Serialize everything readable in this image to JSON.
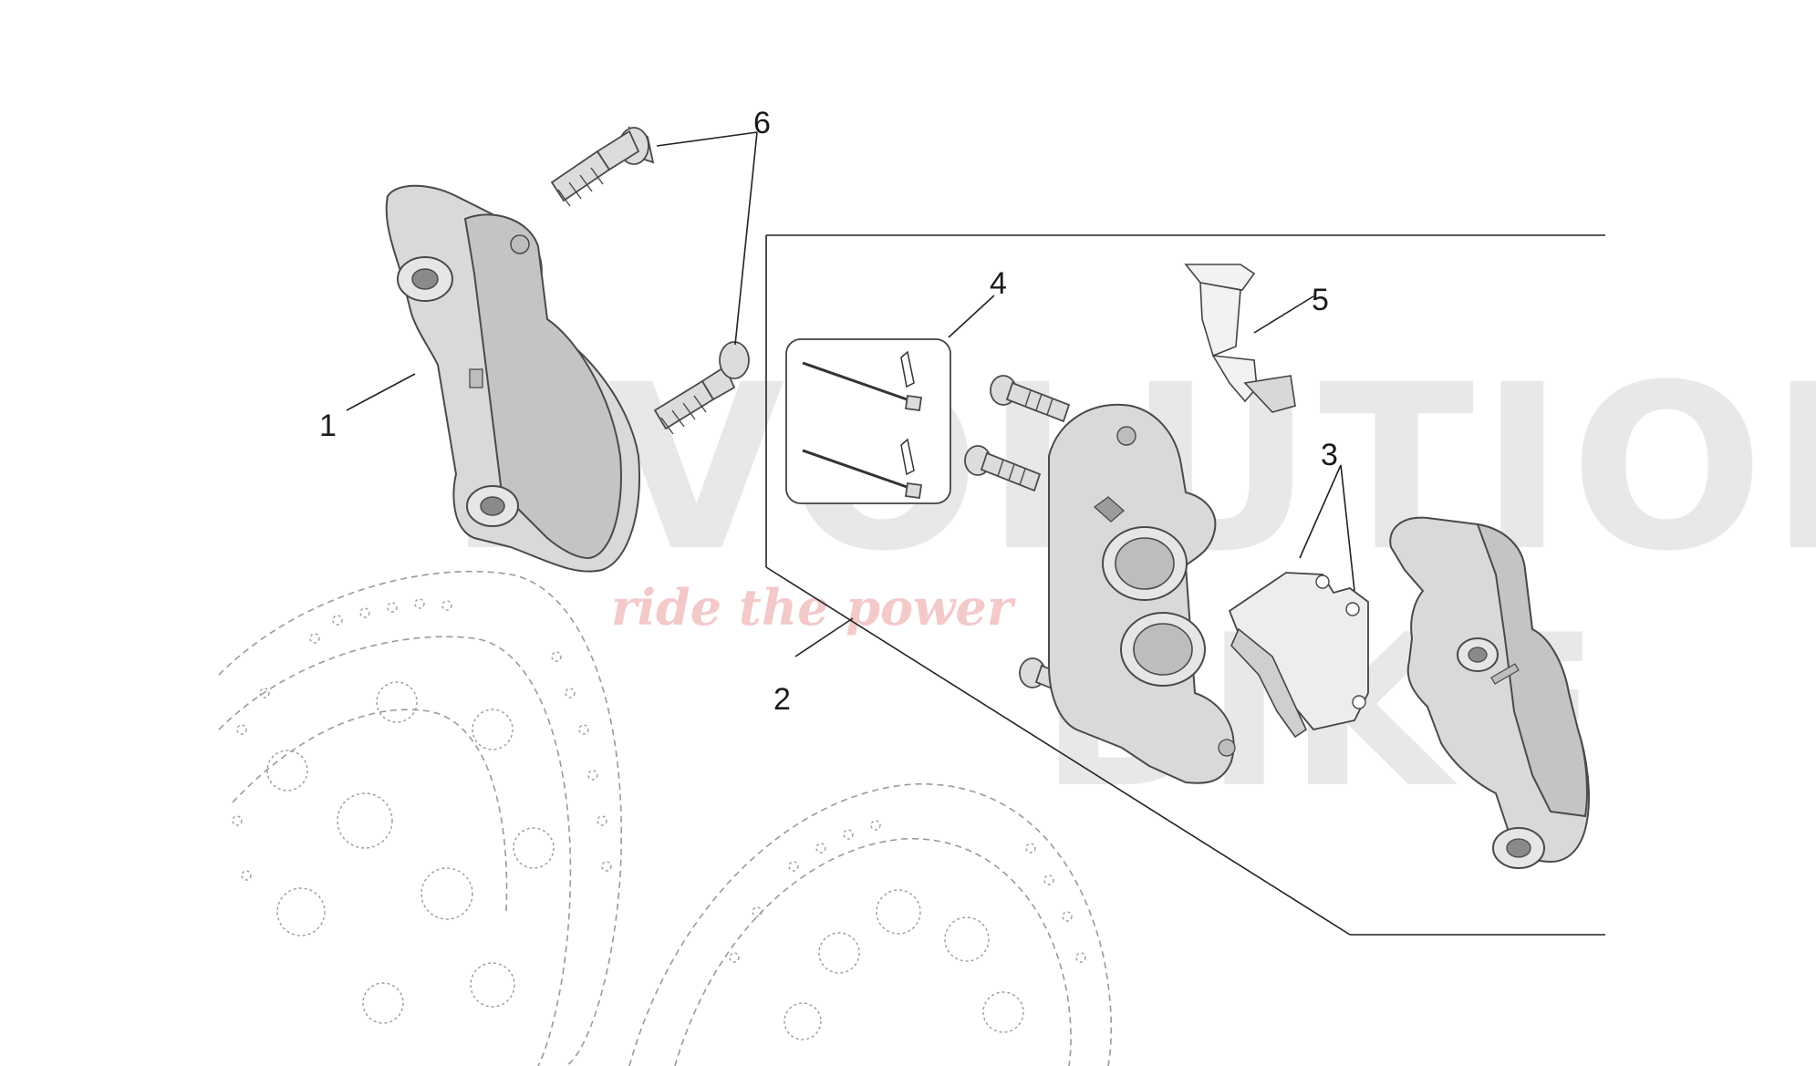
{
  "callouts": [
    {
      "id": "1",
      "label": "1"
    },
    {
      "id": "2",
      "label": "2"
    },
    {
      "id": "3",
      "label": "3"
    },
    {
      "id": "4",
      "label": "4"
    },
    {
      "id": "5",
      "label": "5"
    },
    {
      "id": "6",
      "label": "6"
    }
  ],
  "watermark": {
    "brand_line1": "EVOLUTION",
    "brand_line2": "BIKE",
    "tagline": "ride the power"
  },
  "colors": {
    "part_fill": "#d9d9d9",
    "line": "#222222",
    "disc_outline": "#9a9a9a",
    "watermark_tagline": "#e58a8a"
  }
}
